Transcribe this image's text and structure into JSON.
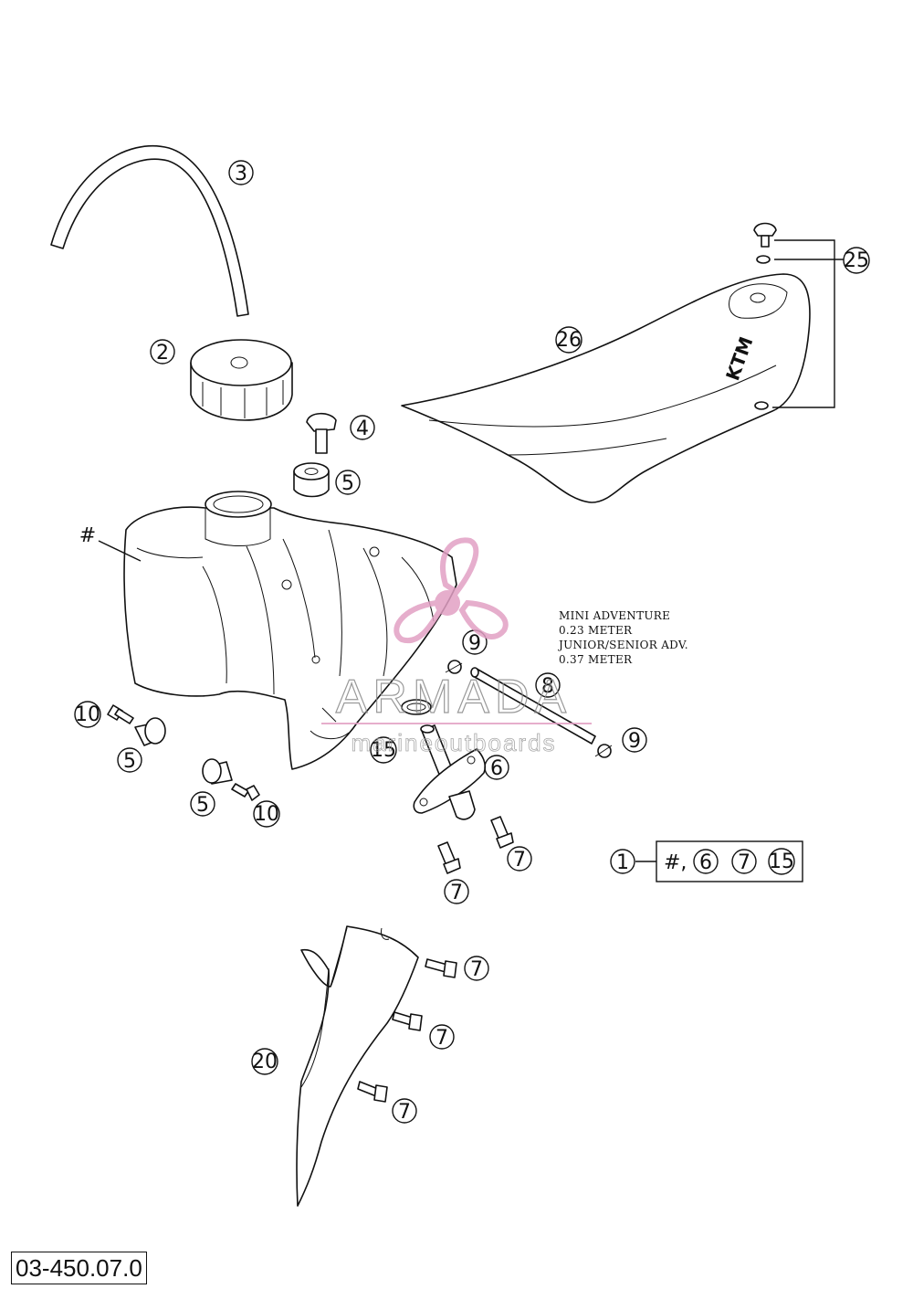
{
  "diagram": {
    "reference_code": "03-450.07.0",
    "tank_marker": "#",
    "callouts": {
      "c1": "1",
      "c2": "2",
      "c3": "3",
      "c4": "4",
      "c5a": "5",
      "c5b": "5",
      "c5c": "5",
      "c6": "6",
      "c7a": "7",
      "c7b": "7",
      "c7c": "7",
      "c7d": "7",
      "c7e": "7",
      "c8": "8",
      "c9a": "9",
      "c9b": "9",
      "c10a": "10",
      "c10b": "10",
      "c15": "15",
      "c20": "20",
      "c25": "25",
      "c26": "26"
    },
    "hose_note": {
      "line1": "MINI ADVENTURE",
      "line2": "0.23 METER",
      "line3": "JUNIOR/SENIOR ADV.",
      "line4": "0.37 METER"
    },
    "assembly": {
      "prefix": "#,",
      "items": [
        "6",
        "7",
        "15"
      ]
    },
    "seat_logo": "KTM",
    "watermark": {
      "brand": "ARMADA",
      "tagline": "marineoutboards",
      "color": "#e2a0c4"
    }
  }
}
